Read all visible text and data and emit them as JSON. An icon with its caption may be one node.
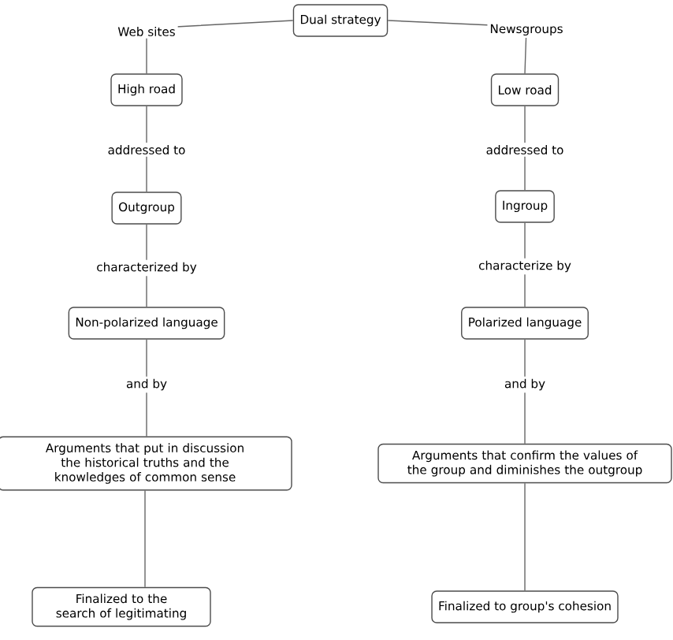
{
  "diagram": {
    "nodes": [
      {
        "text": [
          "Dual strategy"
        ]
      },
      {
        "text": [
          "High road"
        ]
      },
      {
        "text": [
          "Outgroup"
        ]
      },
      {
        "text": [
          "Non-polarized language"
        ]
      },
      {
        "text": [
          "Arguments that put in discussion the historical truths and the knowledges of common sense"
        ]
      },
      {
        "text": [
          "Finalized to the search of legitimating"
        ]
      },
      {
        "text": [
          "Low road"
        ]
      },
      {
        "text": [
          "Ingroup"
        ]
      },
      {
        "text": [
          "Polarized language"
        ]
      },
      {
        "text": [
          "Arguments that confirm the values of the group and diminishes the outgroup"
        ]
      },
      {
        "text": [
          "Finalized to group's cohesion"
        ]
      }
    ],
    "edges": [
      {
        "from": 0,
        "to": 1,
        "arrow": "none",
        "label": "Web sites"
      },
      {
        "from": 1,
        "to": 2,
        "arrow": "none",
        "label": "addressed to"
      },
      {
        "from": 2,
        "to": 3,
        "arrow": "none",
        "label": "characterized by"
      },
      {
        "from": 3,
        "to": 4,
        "arrow": "none",
        "label": "and by"
      },
      {
        "from": 4,
        "to": 5,
        "arrow": "none"
      },
      {
        "from": 0,
        "to": 6,
        "arrow": "none",
        "label": "Newsgroups"
      },
      {
        "from": 6,
        "to": 7,
        "arrow": "none",
        "label": "addressed to"
      },
      {
        "from": 7,
        "to": 8,
        "arrow": "none",
        "label": "characterize by"
      },
      {
        "from": 8,
        "to": 9,
        "arrow": "none",
        "label": "and by"
      },
      {
        "from": 9,
        "to": 10,
        "arrow": "none"
      }
    ]
  }
}
